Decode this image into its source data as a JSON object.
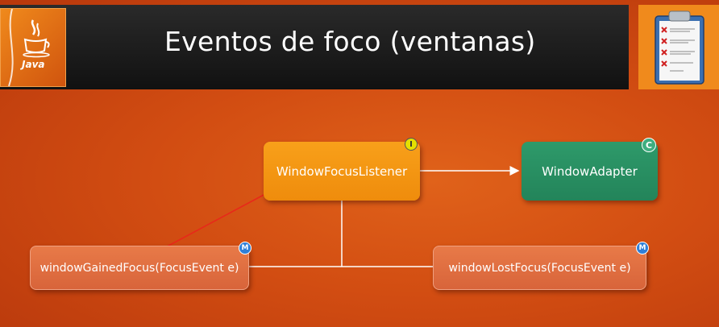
{
  "slide": {
    "title": "Eventos de foco (ventanas)",
    "logo_text": "Java"
  },
  "diagram": {
    "nodes": {
      "listener": {
        "label": "WindowFocusListener",
        "badge": "I"
      },
      "adapter": {
        "label": "WindowAdapter",
        "badge": "C"
      },
      "gained": {
        "label": "windowGainedFocus(FocusEvent e)",
        "badge": "M"
      },
      "lost": {
        "label": "windowLostFocus(FocusEvent e)",
        "badge": "M"
      }
    }
  },
  "colors": {
    "listener": "#f39414",
    "adapter": "#28906a",
    "method": "#e06e42",
    "annotation_arrow": "#e8281a"
  }
}
